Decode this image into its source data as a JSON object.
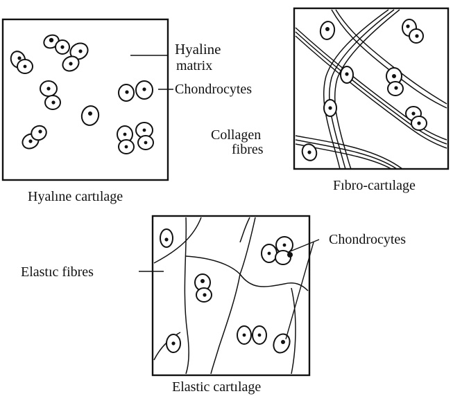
{
  "panels": {
    "hyaline": {
      "caption": "Hyalıne cartılage",
      "matrix_label_line1": "Hyaline",
      "matrix_label_line2": "matrix",
      "chondrocytes_label": "Chondrocytes"
    },
    "fibro": {
      "caption": "Fıbro-cartılage",
      "collagen_label_line1": "Collagen",
      "collagen_label_line2": "fibres"
    },
    "elastic": {
      "caption": "Elastic cartılage",
      "fibres_label": "Elastıc fibres",
      "chondrocytes_label": "Chondrocytes"
    }
  }
}
